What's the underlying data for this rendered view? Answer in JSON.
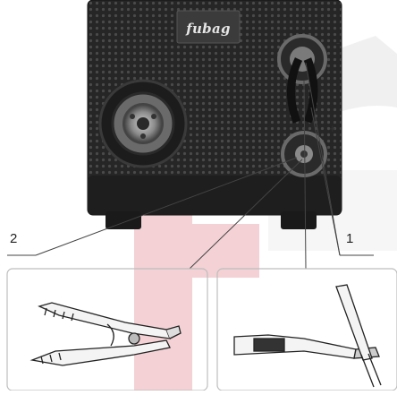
{
  "callouts": {
    "label_1": "1",
    "label_2": "2"
  },
  "device": {
    "brand": "fubag",
    "polarity_plus": "+",
    "polarity_minus": "-"
  },
  "colors": {
    "body": "#2b2b2b",
    "watermark": "#e8a8ae",
    "outline": "#bdbdbd"
  },
  "icons": [
    "ground-clamp-icon",
    "electrode-holder-icon",
    "euro-connector-icon",
    "dinse-socket-icon"
  ]
}
